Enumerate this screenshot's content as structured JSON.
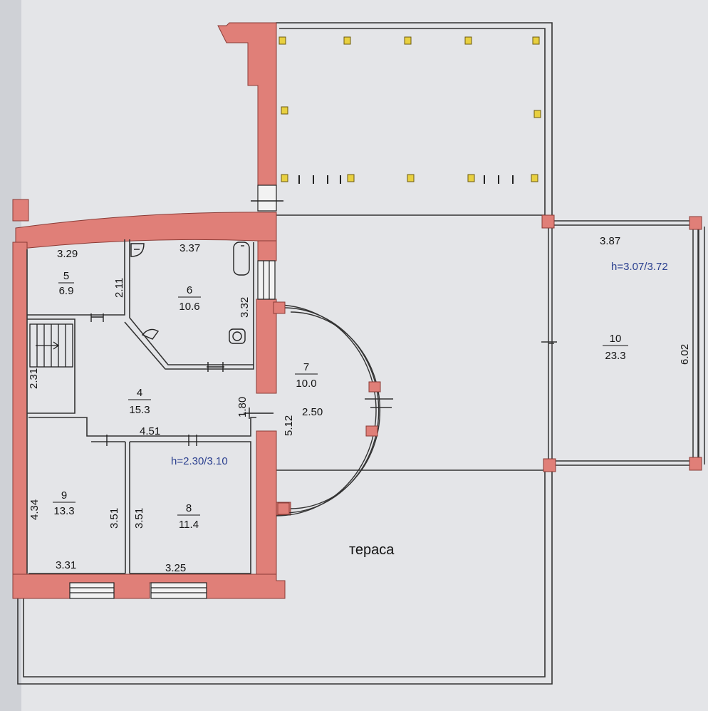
{
  "colors": {
    "wall": "#e07f78",
    "wall_stroke": "#8a3b36",
    "line": "#333333",
    "paper": "#e6e7ea",
    "post": "#e8d040",
    "height_text": "#2a3f8f"
  },
  "rooms": [
    {
      "number": "5",
      "area": "6.9"
    },
    {
      "number": "6",
      "area": "10.6"
    },
    {
      "number": "7",
      "area": "10.0"
    },
    {
      "number": "4",
      "area": "15.3"
    },
    {
      "number": "9",
      "area": "13.3"
    },
    {
      "number": "8",
      "area": "11.4"
    },
    {
      "number": "10",
      "area": "23.3"
    }
  ],
  "dimensions": {
    "room5_width": "3.29",
    "room5_height": "2.11",
    "room6_width": "3.37",
    "room6_height": "3.32",
    "stair_height": "2.31",
    "room4_width": "4.51",
    "room4_opening": "1.80",
    "room7_length": "5.12",
    "room7_depth": "2.50",
    "room9_height_left": "4.34",
    "room9_height_right": "3.51",
    "room9_width": "3.31",
    "room8_height": "3.51",
    "room8_width": "3.25",
    "room10_width": "3.87",
    "room10_height": "6.02"
  },
  "heights": {
    "room8": "h=2.30/3.10",
    "room10": "h=3.07/3.72"
  },
  "terrace_label": "тераса",
  "icons": [
    "bathtub-icon",
    "toilet-icon",
    "sink-icon",
    "stairs-icon"
  ]
}
